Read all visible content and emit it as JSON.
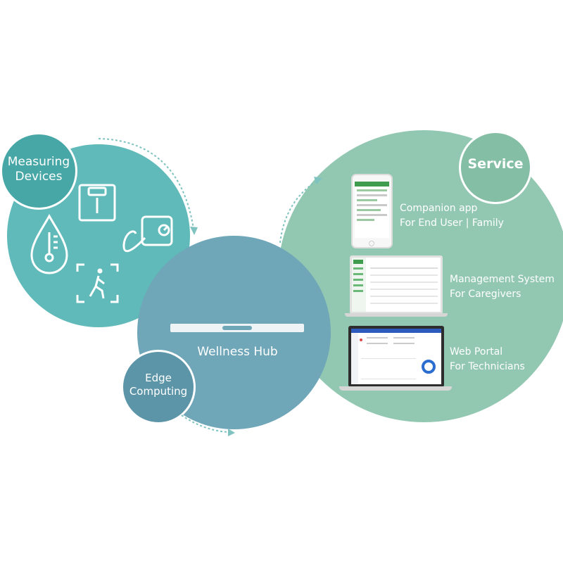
{
  "colors": {
    "measuring": "#60bab9",
    "measuring_dark": "#46a7a6",
    "hub": "#6fa6b8",
    "hub_dark": "#5d95a8",
    "service": "#92c8b1",
    "service_dark": "#84bea5",
    "arrow": "#7fc3c0"
  },
  "measuring": {
    "label_line1": "Measuring",
    "label_line2": "Devices",
    "icons": [
      "scale-icon",
      "blood-pressure-monitor-icon",
      "thermometer-drop-icon",
      "gait-walking-icon"
    ]
  },
  "hub": {
    "label": "Wellness Hub",
    "edge_line1": "Edge",
    "edge_line2": "Computing"
  },
  "service": {
    "label": "Service",
    "items": [
      {
        "line1": "Companion app",
        "line2": "For End User | Family",
        "device": "phone"
      },
      {
        "line1": "Management System",
        "line2": "For Caregivers",
        "device": "laptop"
      },
      {
        "line1": "Web Portal",
        "line2": "For Technicians",
        "device": "laptop"
      }
    ]
  }
}
